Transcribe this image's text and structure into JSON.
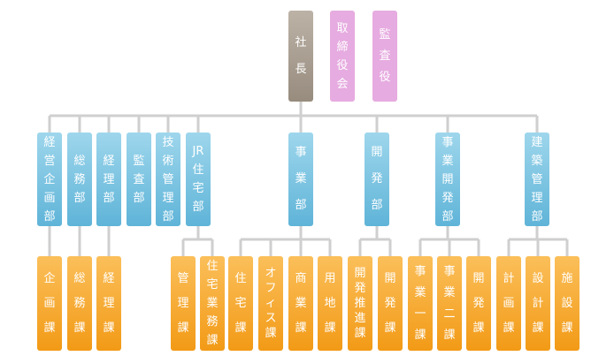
{
  "top": {
    "president": "社長",
    "directors": "取締役会",
    "auditor": "監査役"
  },
  "divisions": [
    "経営企画部",
    "総務部",
    "経理部",
    "監査部",
    "技術管理部",
    "JR住宅部",
    "事業部",
    "開発部",
    "事業開発部",
    "建築管理部"
  ],
  "sections": [
    "企画課",
    "総務課",
    "経理課",
    "管理課",
    "住宅業務課",
    "住宅課",
    "オフィス課",
    "商業課",
    "用地課",
    "開発推進課",
    "開発課",
    "事業一課",
    "事業二課",
    "開発課",
    "計画課",
    "設計課",
    "施設課"
  ],
  "colors": {
    "president": "#a89e91",
    "executive": "#e6abe0",
    "division": "#6dbde0",
    "section": "#f5a623",
    "line": "#cccccc"
  }
}
